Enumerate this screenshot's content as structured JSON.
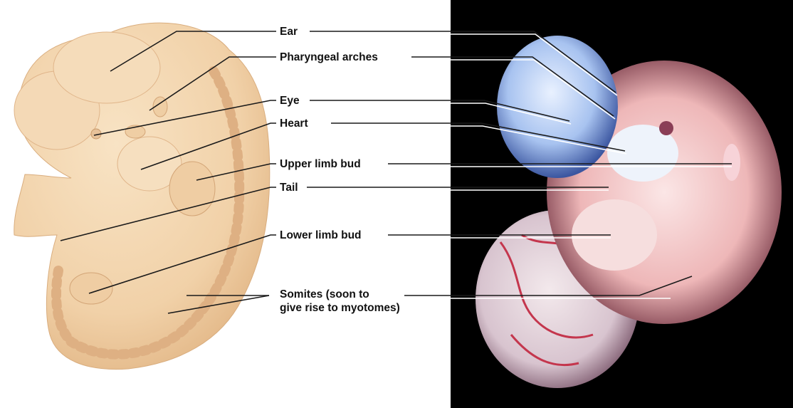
{
  "colors": {
    "background": "#ffffff",
    "photo_background": "#000000",
    "illustration_skin": "#f3d7b1",
    "illustration_shadow": "#e2b98c",
    "leader_line": "#1a1a1a",
    "photo_leader_line": "#ffffff"
  },
  "labels": {
    "ear": "Ear",
    "pharyngeal_arches": "Pharyngeal arches",
    "eye": "Eye",
    "heart": "Heart",
    "upper_limb_bud": "Upper limb bud",
    "tail": "Tail",
    "lower_limb_bud": "Lower limb bud",
    "somites_line1": "Somites (soon to",
    "somites_line2": "give rise to myotomes)"
  }
}
